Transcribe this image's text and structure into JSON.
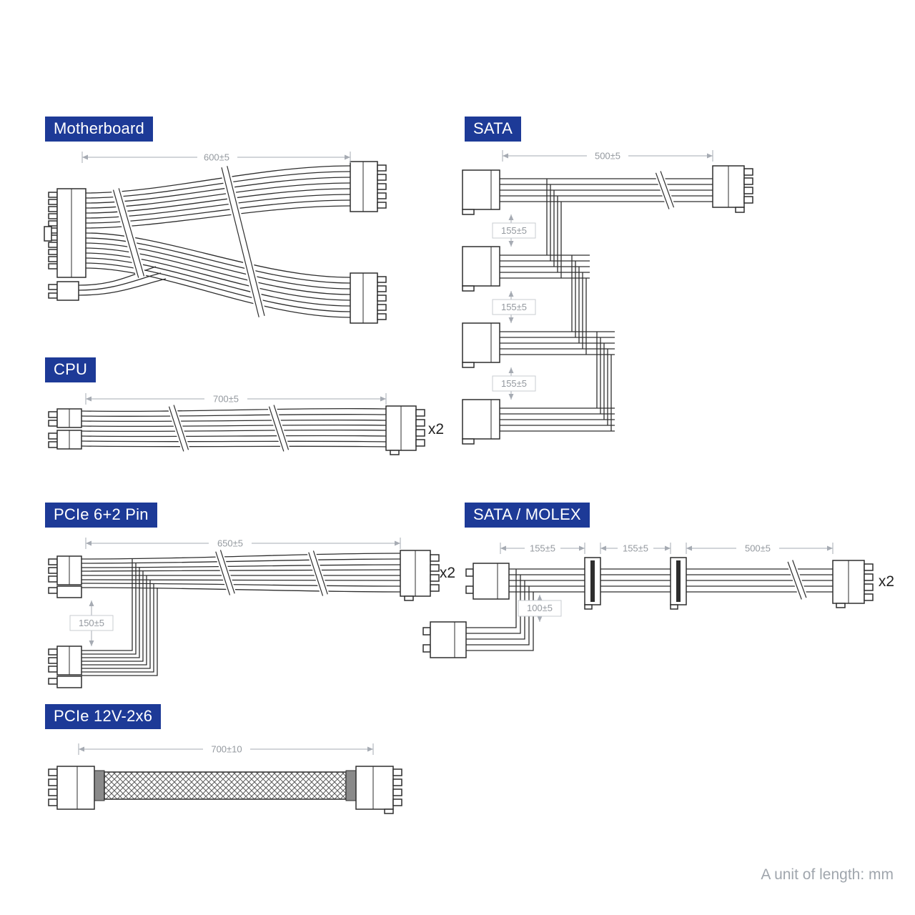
{
  "theme": {
    "accent": "#1d3a97",
    "line": "#2e2e2e",
    "dim": "#a6abb3",
    "dimtext": "#94999f",
    "boxborder": "#c8ccd2"
  },
  "footer": {
    "note": "A unit of length: mm"
  },
  "sections": {
    "motherboard": {
      "label": "Motherboard",
      "dims": {
        "length": "600±5"
      }
    },
    "sata": {
      "label": "SATA",
      "dims": {
        "length": "500±5",
        "gap1": "155±5",
        "gap2": "155±5",
        "gap3": "155±5"
      }
    },
    "cpu": {
      "label": "CPU",
      "dims": {
        "length": "700±5"
      },
      "multiplier": "x2"
    },
    "pcie": {
      "label": "PCIe 6+2 Pin",
      "dims": {
        "length": "650±5",
        "branch": "150±5"
      },
      "multiplier": "x2"
    },
    "sata_molex": {
      "label": "SATA / MOLEX",
      "dims": {
        "seg1": "155±5",
        "seg2": "155±5",
        "seg3": "500±5",
        "branch": "100±5"
      },
      "multiplier": "x2"
    },
    "pcie_12v": {
      "label": "PCIe 12V-2x6",
      "dims": {
        "length": "700±10"
      }
    }
  }
}
